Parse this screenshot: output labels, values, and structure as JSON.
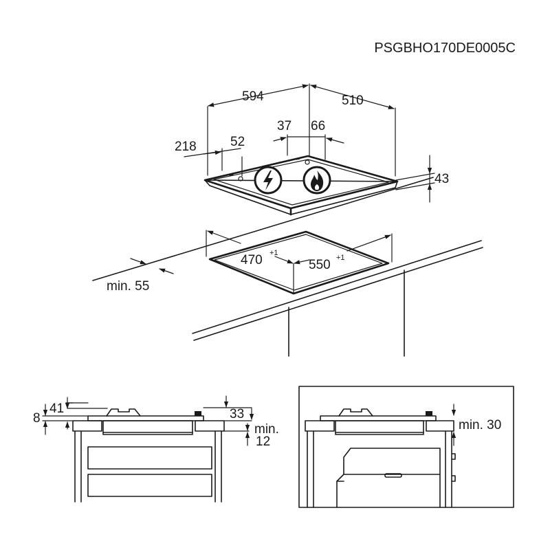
{
  "product_code": "PSGBHO170DE0005C",
  "dimensions": {
    "width": "594",
    "depth": "510",
    "offset_37": "37",
    "offset_66": "66",
    "offset_218": "218",
    "offset_52": "52",
    "height": "43"
  },
  "cutout": {
    "depth_value": "470",
    "depth_tol": "+1",
    "width_value": "550",
    "width_tol": "+1",
    "min_front": "min. 55"
  },
  "side_view": {
    "dim_8": "8",
    "dim_41": "41",
    "dim_33": "33",
    "dim_min": "min.",
    "dim_12": "12"
  },
  "oven_view": {
    "min_30": "min. 30"
  },
  "icons": [
    "electric-bolt-icon",
    "gas-flame-icon"
  ]
}
